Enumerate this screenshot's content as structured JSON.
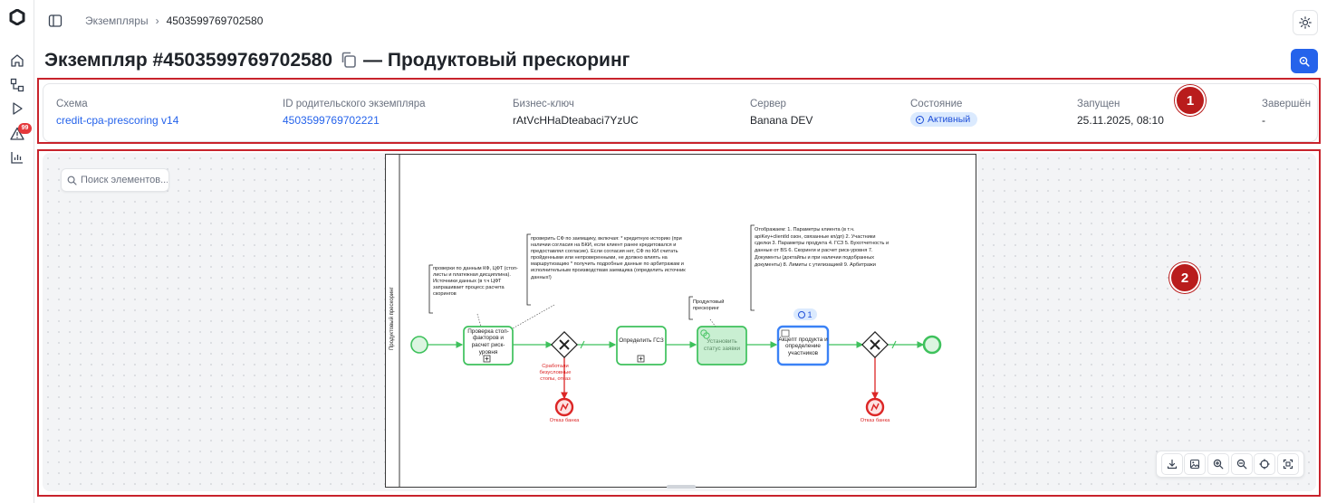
{
  "breadcrumbs": {
    "parent": "Экземпляры",
    "separator": "›",
    "current": "4503599769702580"
  },
  "page": {
    "title_left": "Экземпляр #4503599769702580",
    "title_right": "— Продуктовый прескоринг"
  },
  "alerts": {
    "badge": "99"
  },
  "info": {
    "schema": {
      "label": "Схема",
      "value": "credit-cpa-prescoring v14"
    },
    "parent_id": {
      "label": "ID родительского экземпляра",
      "value": "4503599769702221"
    },
    "business_key": {
      "label": "Бизнес-ключ",
      "value": "rAtVcHHaDteabaci7YzUC"
    },
    "server": {
      "label": "Сервер",
      "value": "Banana DEV"
    },
    "state": {
      "label": "Состояние",
      "value": "Активный"
    },
    "started": {
      "label": "Запущен",
      "value": "25.11.2025, 08:10"
    },
    "finished": {
      "label": "Завершён",
      "value": "-"
    }
  },
  "markers": {
    "m1": "1",
    "m2": "2"
  },
  "search": {
    "placeholder": "Поиск элементов..."
  },
  "diagram": {
    "pool_label": "Продуктовый прескоринг",
    "task1": "Проверка стоп-факторов и расчет риск-уровня",
    "task2": "Определить ГСЗ",
    "task3": "Установить статус заявки",
    "task4": "Акцепт продукта и определение участников",
    "error_flow_label": "Сработали безусловные стопы, отказ",
    "end_error1": "Отказ банка",
    "end_error2": "Отказ банка",
    "active_count": "1",
    "annotation1": "проверки по данным КФ, ЦФТ (стоп-листы и платежная дисциплина). Источники данных (в т.ч ЦФТ запрашивает процесс расчета скорингов",
    "annotation2": "проверить СФ по заемщику, включая: * кредитную историю (при наличии согласия на БКИ, если клиент ранее кредитовался и предоставлял согласие). Если согласия нет, СФ по КИ считать пройденными или непроверенными, не должно влиять на маршрутизацию * получить подробные данные по арбитражам и исполнительным производствам заемщика (определить источник данных!)",
    "annotation3": "Продуктовый прескоринг",
    "annotation4": "Отображаем: 1. Параметры клиента (в т.ч. apiKey+clientId озон, связанные кп/дп) 2. Участники сделки 3. Параметры продукта 4. ГСЗ 5. Бухотчетность и данные от BS 6. Скоринги и расчет риск-уровня 7. Документы (доктайпы и при наличии подобранных документы) 8. Лимиты с утилизацией 9. Арбитражи"
  },
  "icons": [
    "home-icon",
    "diagram-icon",
    "play-icon",
    "alert-icon",
    "chart-icon",
    "sidebar-toggle-icon",
    "sun-icon",
    "copy-icon",
    "zoom-icon",
    "search-icon",
    "download-icon",
    "image-icon",
    "zoom-in-icon",
    "zoom-out-icon",
    "target-icon",
    "fit-icon"
  ],
  "colors": {
    "accent": "#2563eb",
    "highlight": "#c8232c",
    "success": "#3ec15c",
    "danger": "#dc2626"
  }
}
